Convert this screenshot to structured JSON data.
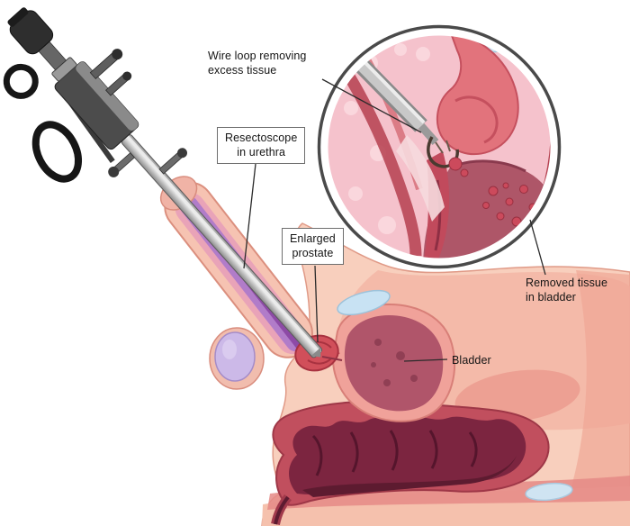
{
  "diagram": {
    "labels": {
      "wire_loop": "Wire loop removing\nexcess tissue",
      "resectoscope": "Resectoscope\nin urethra",
      "enlarged_prostate": "Enlarged\nprostate",
      "removed_tissue": "Removed tissue\nin bladder",
      "bladder": "Bladder"
    },
    "colors": {
      "background": "#ffffff",
      "skin_pink": "#f8cfbd",
      "inner_tissue": "#f3b6a6",
      "prostate_red": "#d14f5a",
      "bladder_interior": "#b0556a",
      "rectum_wall": "#c14f5e",
      "rectum_lumen": "#7c2540",
      "corpus_purple": "#b17cc9",
      "testis_lavender": "#ccb9e8",
      "bone_blue": "#cfe6f4",
      "instrument_gray": "#4c4c4c",
      "label_line": "#2a2a2a"
    }
  }
}
